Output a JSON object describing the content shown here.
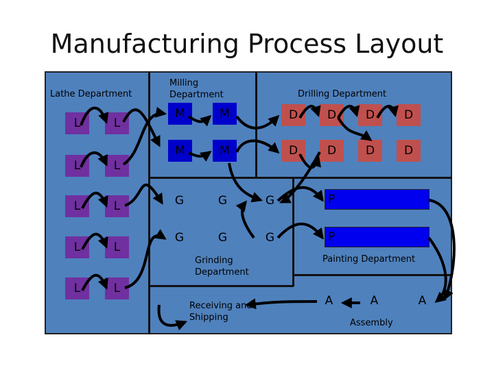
{
  "title": "Manufacturing Process Layout",
  "departments": {
    "lathe": "Lathe Department",
    "milling": "Milling\nDepartment",
    "drilling": "Drilling Department",
    "grinding": "Grinding\nDepartment",
    "painting": "Painting Department",
    "receiving": "Receiving and\nShipping",
    "assembly": "Assembly"
  },
  "machines": {
    "lathe": "L",
    "milling": "M",
    "drilling": "D",
    "grinding": "G",
    "painting": "P",
    "assembly": "A"
  },
  "colors": {
    "floor": "#4f81bd",
    "lathe": "#7030a0",
    "milling": "#0000cc",
    "drilling": "#c0504d",
    "painting": "#0000ee",
    "flow": "#000000"
  }
}
